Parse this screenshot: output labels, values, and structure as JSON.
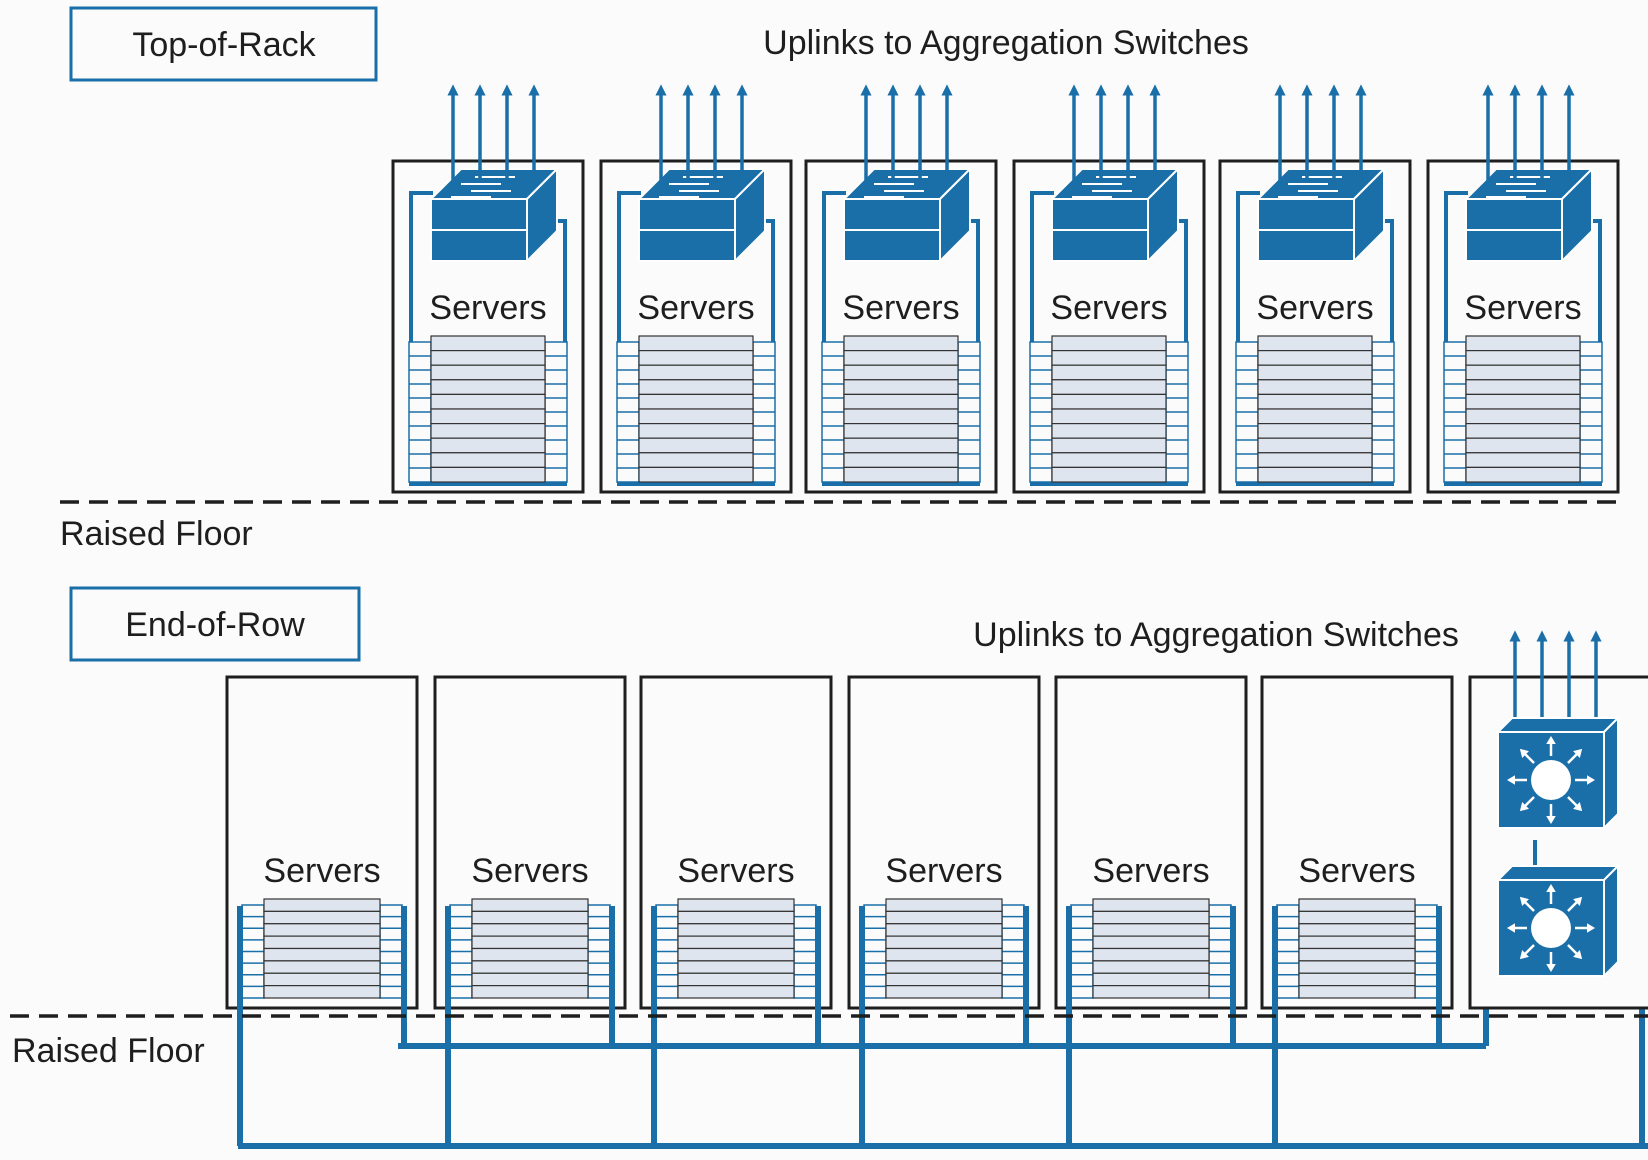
{
  "top_section": {
    "title": "Top-of-Rack",
    "uplinks_label": "Uplinks to Aggregation Switches",
    "floor_label": "Raised Floor",
    "racks": [
      {
        "label": "Servers"
      },
      {
        "label": "Servers"
      },
      {
        "label": "Servers"
      },
      {
        "label": "Servers"
      },
      {
        "label": "Servers"
      },
      {
        "label": "Servers"
      }
    ]
  },
  "bottom_section": {
    "title": "End-of-Row",
    "uplinks_label": "Uplinks to Aggregation Switches",
    "floor_label": "Raised Floor",
    "racks": [
      {
        "label": "Servers"
      },
      {
        "label": "Servers"
      },
      {
        "label": "Servers"
      },
      {
        "label": "Servers"
      },
      {
        "label": "Servers"
      },
      {
        "label": "Servers"
      }
    ]
  },
  "colors": {
    "cable_blue": "#1a6fa8",
    "switch_blue": "#1a6fa8",
    "server_fill": "#dfe5ef",
    "rack_border": "#1e1e1e"
  },
  "icons": {
    "top_switch": "tor-switch-icon",
    "bottom_switch": "layer3-switch-icon",
    "uplink": "uplink-arrow-icon"
  }
}
